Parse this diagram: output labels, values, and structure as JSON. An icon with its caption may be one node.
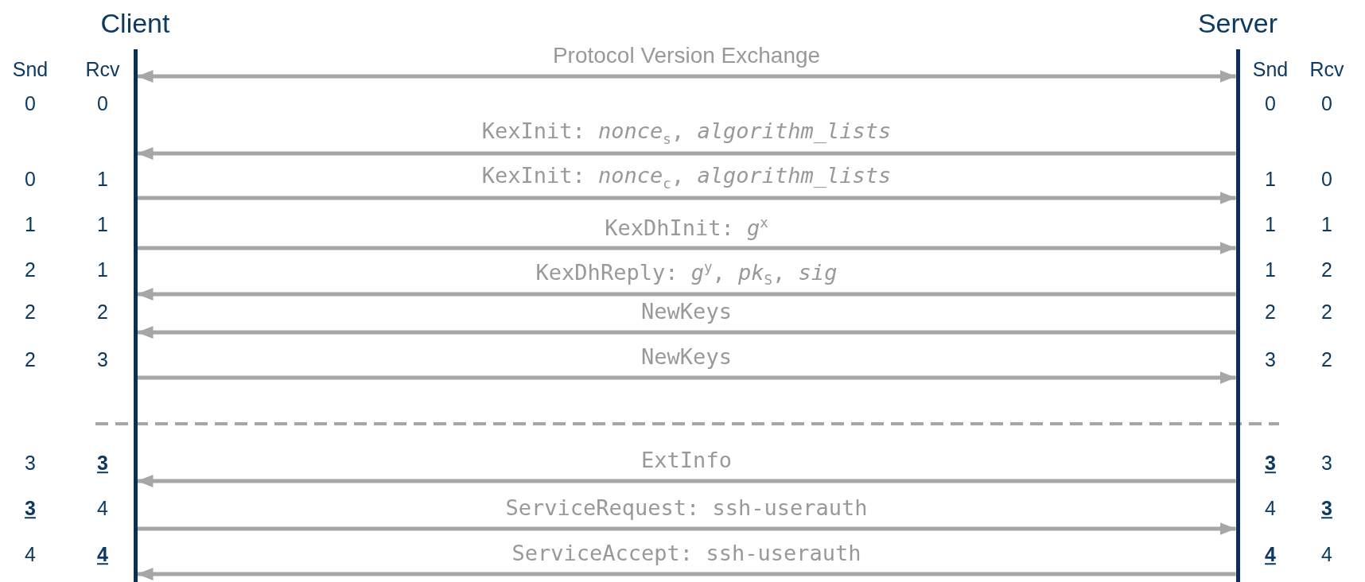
{
  "diagram": {
    "nodes": [
      {
        "text": [
          "Client"
        ]
      },
      {
        "text": [
          "Server"
        ]
      }
    ],
    "edges": [
      {
        "from": 0,
        "to": 1,
        "arrow": "both",
        "label": "Protocol Version Exchange"
      },
      {
        "from": 1,
        "to": 0,
        "arrow": "to",
        "label": "KexInit: *nonce*$_{s}$, *algorithm_lists*"
      },
      {
        "from": 0,
        "to": 1,
        "arrow": "to",
        "label": "KexInit: *nonce*$_{c}$, *algorithm_lists*"
      },
      {
        "from": 0,
        "to": 1,
        "arrow": "to",
        "label": "KexDhInit: *g*$^{x}$"
      },
      {
        "from": 1,
        "to": 0,
        "arrow": "to",
        "label": "KexDhReply: *g*$^{y}$, *pk*$_{S}$, *sig*"
      },
      {
        "from": 1,
        "to": 0,
        "arrow": "to",
        "label": "NewKeys"
      },
      {
        "from": 0,
        "to": 1,
        "arrow": "to",
        "label": "NewKeys"
      },
      {
        "from": 1,
        "to": 0,
        "arrow": "to",
        "label": "ExtInfo"
      },
      {
        "from": 0,
        "to": 1,
        "arrow": "to",
        "label": "ServiceRequest: ssh-userauth"
      },
      {
        "from": 1,
        "to": 0,
        "arrow": "to",
        "label": "ServiceAccept: ssh-userauth"
      }
    ],
    "labels": [
      "Snd",
      "Rcv",
      "Snd",
      "Rcv",
      "0",
      "0",
      "0",
      "0",
      "0",
      "1",
      "1",
      "0",
      "1",
      "1",
      "1",
      "1",
      "2",
      "1",
      "1",
      "2",
      "2",
      "2",
      "2",
      "2",
      "2",
      "3",
      "3",
      "2",
      "3",
      "**3**",
      "**3**",
      "3",
      "**3**",
      "4",
      "4",
      "**3**",
      "4",
      "**4**",
      "**4**",
      "4"
    ]
  }
}
